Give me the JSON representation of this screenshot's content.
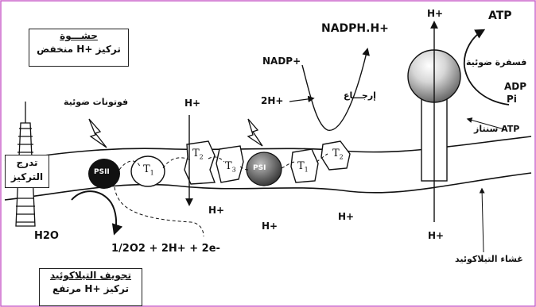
{
  "stroma": {
    "title": "حشـــوة",
    "subtitle": "تركيز +H منخفض"
  },
  "lumen": {
    "title": "تجويف التيلاكوئيد",
    "subtitle": "تركيز +H مرتفع"
  },
  "gradient": {
    "line1": "تدرج",
    "line2": "التركيز"
  },
  "photons": "فوتونات ضوئية",
  "proteins": {
    "psii": "PSII",
    "psi": "PSI",
    "t1a": "T",
    "t1a_sub": "1",
    "t2a": "T",
    "t2a_sub": "2",
    "t3": "T",
    "t3_sub": "3",
    "t1b": "T",
    "t1b_sub": "1",
    "t2b": "T",
    "t2b_sub": "2"
  },
  "ions": {
    "h_top": "H+",
    "h_mid_left": "H+",
    "h_mid_center": "H+",
    "h_mid_right": "H+",
    "h_bottom_right": "H+",
    "h_synthase_top": "H+"
  },
  "water": "H2O",
  "water_products": "1/2O2 + 2H+ + 2e-",
  "nadp": "NADP+",
  "two_h": "2H+",
  "reduction": "إرجـــاع",
  "nadph": "NADPH.H+",
  "atp_top": "ATP",
  "phosphorylation": "فسفرة ضوئية",
  "adp": "ADP",
  "pi": "Pi",
  "atp_synthase": "ATP سنتاز",
  "membrane": "غشاء التيلاكوئيد"
}
